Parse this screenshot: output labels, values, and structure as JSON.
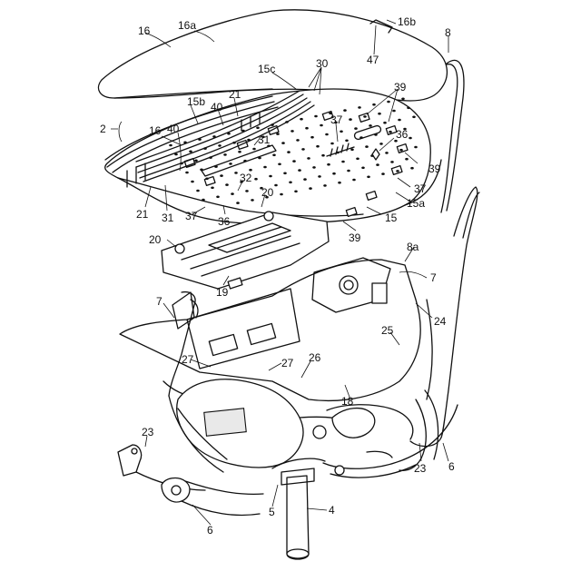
{
  "labels": [
    {
      "id": "l16",
      "text": "16"
    },
    {
      "id": "l16a",
      "text": "16a"
    },
    {
      "id": "l16b",
      "text": "16b"
    },
    {
      "id": "l8",
      "text": "8"
    },
    {
      "id": "l47",
      "text": "47"
    },
    {
      "id": "l15c",
      "text": "15c"
    },
    {
      "id": "l30",
      "text": "30"
    },
    {
      "id": "l39a",
      "text": "39"
    },
    {
      "id": "l15b",
      "text": "15b"
    },
    {
      "id": "l21a",
      "text": "21"
    },
    {
      "id": "l40a",
      "text": "40"
    },
    {
      "id": "l2",
      "text": "2"
    },
    {
      "id": "l16c",
      "text": "16"
    },
    {
      "id": "l40b",
      "text": "40"
    },
    {
      "id": "l37a",
      "text": "37"
    },
    {
      "id": "l31a",
      "text": "31"
    },
    {
      "id": "l36a",
      "text": "36"
    },
    {
      "id": "l39b",
      "text": "39"
    },
    {
      "id": "l32",
      "text": "32"
    },
    {
      "id": "l20a",
      "text": "20"
    },
    {
      "id": "l37b",
      "text": "37"
    },
    {
      "id": "l15a",
      "text": "15a"
    },
    {
      "id": "l21b",
      "text": "21"
    },
    {
      "id": "l31b",
      "text": "31"
    },
    {
      "id": "l37c",
      "text": "37"
    },
    {
      "id": "l36b",
      "text": "36"
    },
    {
      "id": "l15",
      "text": "15"
    },
    {
      "id": "l39c",
      "text": "39"
    },
    {
      "id": "l20b",
      "text": "20"
    },
    {
      "id": "l8a",
      "text": "8a"
    },
    {
      "id": "l7a",
      "text": "7"
    },
    {
      "id": "l19",
      "text": "19"
    },
    {
      "id": "l7b",
      "text": "7"
    },
    {
      "id": "l24",
      "text": "24"
    },
    {
      "id": "l25",
      "text": "25"
    },
    {
      "id": "l27a",
      "text": "27"
    },
    {
      "id": "l27b",
      "text": "27"
    },
    {
      "id": "l26",
      "text": "26"
    },
    {
      "id": "l18",
      "text": "18"
    },
    {
      "id": "l23a",
      "text": "23"
    },
    {
      "id": "l23b",
      "text": "23"
    },
    {
      "id": "l6a",
      "text": "6"
    },
    {
      "id": "l5",
      "text": "5"
    },
    {
      "id": "l4",
      "text": "4"
    },
    {
      "id": "l6b",
      "text": "6"
    }
  ]
}
